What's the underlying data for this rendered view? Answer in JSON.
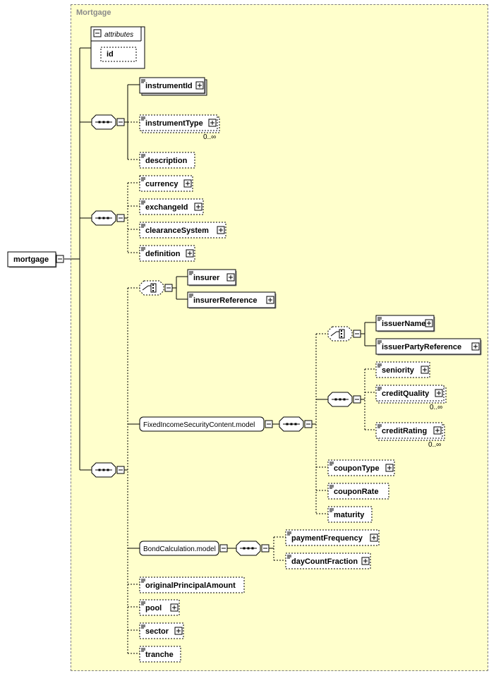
{
  "frame": {
    "title": "Mortgage"
  },
  "root": {
    "label": "mortgage"
  },
  "attributes": {
    "label": "attributes",
    "items": [
      "id"
    ]
  },
  "elements": {
    "instrumentId": {
      "label": "instrumentId",
      "occurrence": "1..∞"
    },
    "instrumentType": {
      "label": "instrumentType",
      "occurrence": "0..∞"
    },
    "description": {
      "label": "description"
    },
    "currency": {
      "label": "currency"
    },
    "exchangeId": {
      "label": "exchangeId"
    },
    "clearanceSystem": {
      "label": "clearanceSystem"
    },
    "definition": {
      "label": "definition"
    },
    "insurer": {
      "label": "insurer"
    },
    "insurerReference": {
      "label": "insurerReference"
    },
    "issuerName": {
      "label": "issuerName"
    },
    "issuerPartyReference": {
      "label": "issuerPartyReference"
    },
    "seniority": {
      "label": "seniority"
    },
    "creditQuality": {
      "label": "creditQuality",
      "occurrence": "0..∞"
    },
    "creditRating": {
      "label": "creditRating",
      "occurrence": "0..∞"
    },
    "couponType": {
      "label": "couponType"
    },
    "couponRate": {
      "label": "couponRate"
    },
    "maturity": {
      "label": "maturity"
    },
    "paymentFrequency": {
      "label": "paymentFrequency"
    },
    "dayCountFraction": {
      "label": "dayCountFraction"
    },
    "originalPrincipalAmount": {
      "label": "originalPrincipalAmount"
    },
    "pool": {
      "label": "pool"
    },
    "sector": {
      "label": "sector"
    },
    "tranche": {
      "label": "tranche"
    }
  },
  "groups": {
    "fixedIncome": {
      "label": "FixedIncomeSecurityContent.model"
    },
    "bondCalc": {
      "label": "BondCalculation.model"
    }
  }
}
